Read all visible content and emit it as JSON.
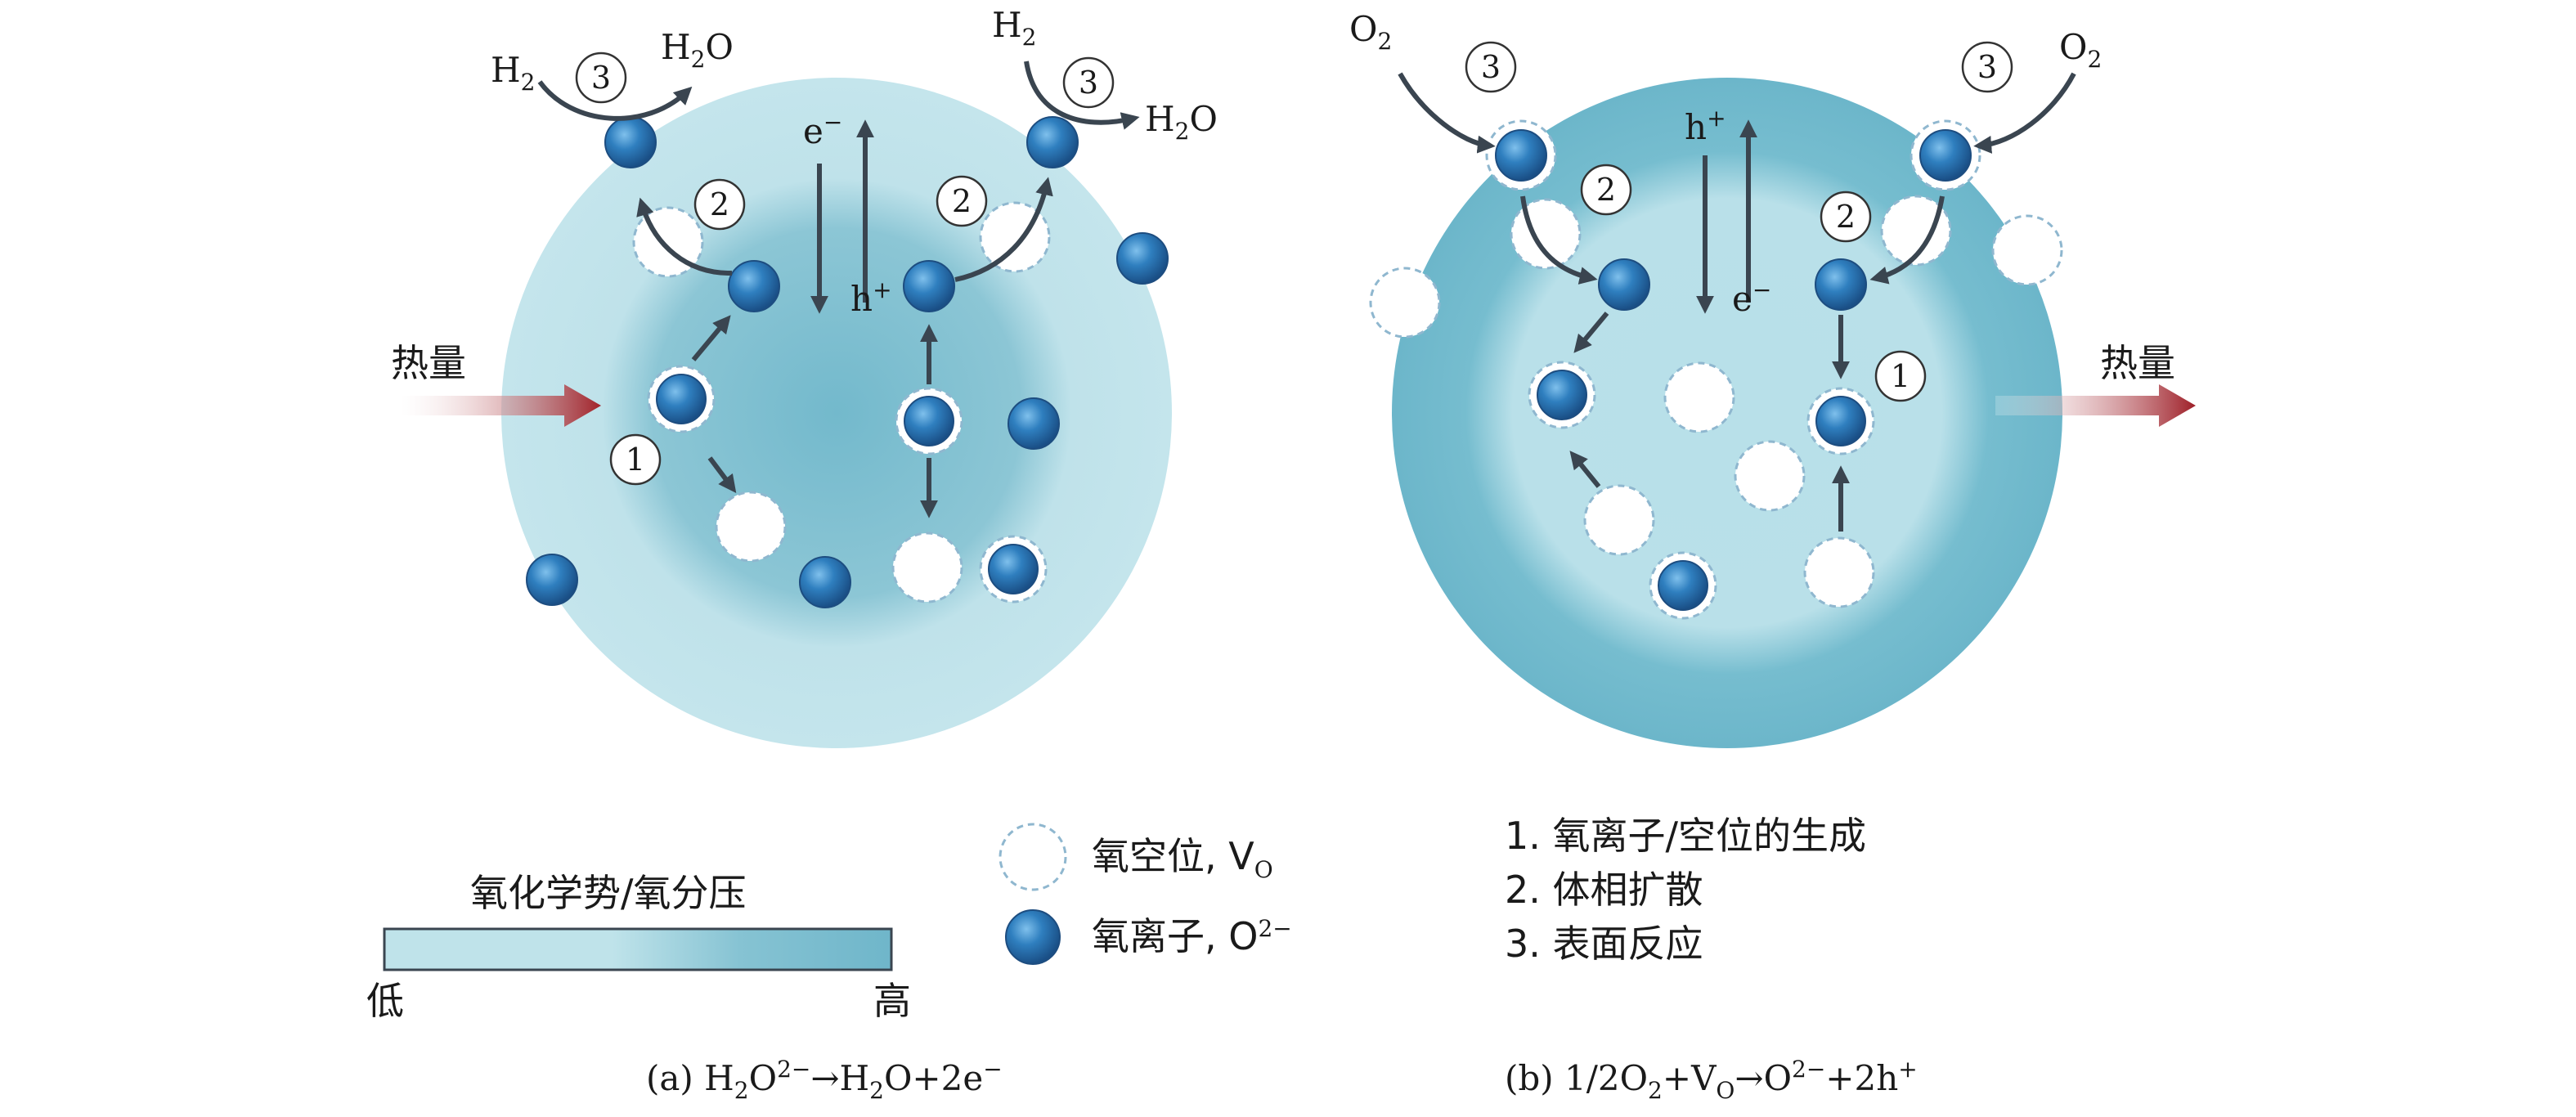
{
  "panel_a": {
    "heat": "热量",
    "h2_left": "H",
    "h2_left_sub": "2",
    "h2o_left_a": "H",
    "h2o_left_sub": "2",
    "h2o_left_b": "O",
    "h2_right": "H",
    "h2_right_sub": "2",
    "h2o_right_a": "H",
    "h2o_right_sub": "2",
    "h2o_right_b": "O",
    "electron": "e",
    "electron_sup": "−",
    "hole": "h",
    "hole_sup": "+",
    "caption_a": "(a) H",
    "caption_sub1": "2",
    "caption_b": "O",
    "caption_sup1": "2−",
    "caption_c": "→H",
    "caption_sub2": "2",
    "caption_d": "O+2e",
    "caption_sup2": "−"
  },
  "panel_b": {
    "heat": "热量",
    "o2_left": "O",
    "o2_left_sub": "2",
    "o2_right": "O",
    "o2_right_sub": "2",
    "hole": "h",
    "hole_sup": "+",
    "electron": "e",
    "electron_sup": "−",
    "caption_a": "(b) 1/2O",
    "caption_sub1": "2",
    "caption_b": "+V",
    "caption_sub2": "O",
    "caption_c": "→O",
    "caption_sup1": "2−",
    "caption_d": "+2h",
    "caption_sup2": "+"
  },
  "steps": {
    "one": "1",
    "two": "2",
    "three": "3"
  },
  "colorbar": {
    "title": "氧化学势/氧分压",
    "low": "低",
    "high": "高"
  },
  "legend": {
    "vacancy_label": "氧空位, V",
    "vacancy_sub": "O",
    "ion_label": "氧离子, O",
    "ion_sup": "2−"
  },
  "step_list": [
    "1. 氧离子/空位的生成",
    "2. 体相扩散",
    "3. 表面反应"
  ],
  "colors": {
    "light_blue": "#bfe3ea",
    "dark_blue": "#6fb9cc",
    "ion": "#2f78b4",
    "arrow": "#3a4550",
    "heat_arrow": "#a02028"
  }
}
